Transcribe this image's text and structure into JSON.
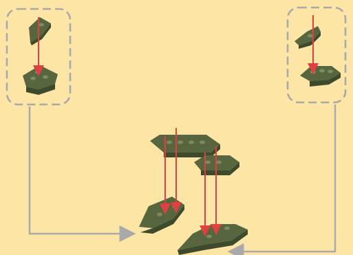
{
  "colors": {
    "background": "#fde5a6",
    "brick_dark": "#3e4a2c",
    "brick_mid": "#58663f",
    "brick_light": "#6f7d52",
    "stud_top": "#7d8b5e",
    "assembly_arrow": "#e04040",
    "connector": "#a9a9a9",
    "callout_border": "#a9a9a9"
  },
  "icons": {
    "left_callout_piece_top": "wedge-plate-icon",
    "left_callout_piece_bottom": "wedge-plate-icon",
    "right_callout_piece_top": "wedge-plate-icon",
    "right_callout_piece_bottom": "wedge-plate-icon",
    "main_top_plate": "long-plate-icon",
    "main_bottom_left_piece": "wedge-plate-icon",
    "main_bottom_right_piece": "wedge-plate-icon"
  },
  "diagram": {
    "callouts": [
      {
        "name": "left-sub-assembly",
        "parts": 2,
        "arrows": 1
      },
      {
        "name": "right-sub-assembly",
        "parts": 2,
        "arrows": 1
      }
    ],
    "main_assembly": {
      "top_plates": 2,
      "bottom_pieces": 2,
      "arrows": 4
    }
  }
}
